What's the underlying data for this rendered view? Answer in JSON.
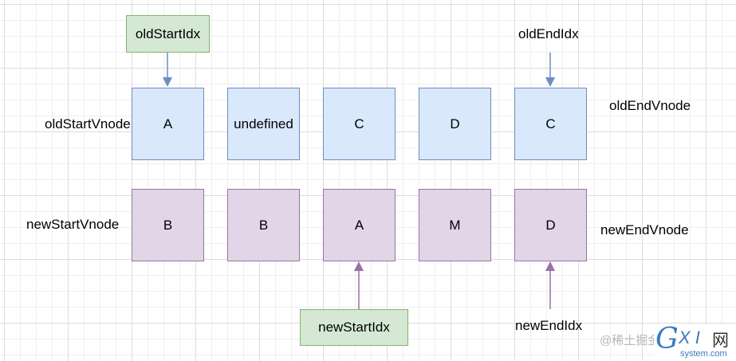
{
  "pointers": {
    "old_start_idx": "oldStartIdx",
    "old_end_idx": "oldEndIdx",
    "new_start_idx": "newStartIdx",
    "new_end_idx": "newEndIdx"
  },
  "row_labels": {
    "old_start_vnode": "oldStartVnode",
    "old_end_vnode": "oldEndVnode",
    "new_start_vnode": "newStartVnode",
    "new_end_vnode": "newEndVnode"
  },
  "old_nodes": [
    "A",
    "undefined",
    "C",
    "D",
    "C"
  ],
  "new_nodes": [
    "B",
    "B",
    "A",
    "M",
    "D"
  ],
  "colors": {
    "old_fill": "#dae8fc",
    "old_stroke": "#6c8ebf",
    "new_fill": "#e1d5e7",
    "new_stroke": "#9673a6",
    "pointer_fill": "#d5e8d4",
    "pointer_stroke": "#82b366",
    "arrow_old": "#6c8ebf",
    "arrow_new": "#9673a6"
  },
  "watermark": {
    "left_text": "@稀土掘金",
    "brand_g": "G",
    "brand_xi": "X I",
    "brand_wang": "网",
    "brand_domain": "system.com"
  }
}
